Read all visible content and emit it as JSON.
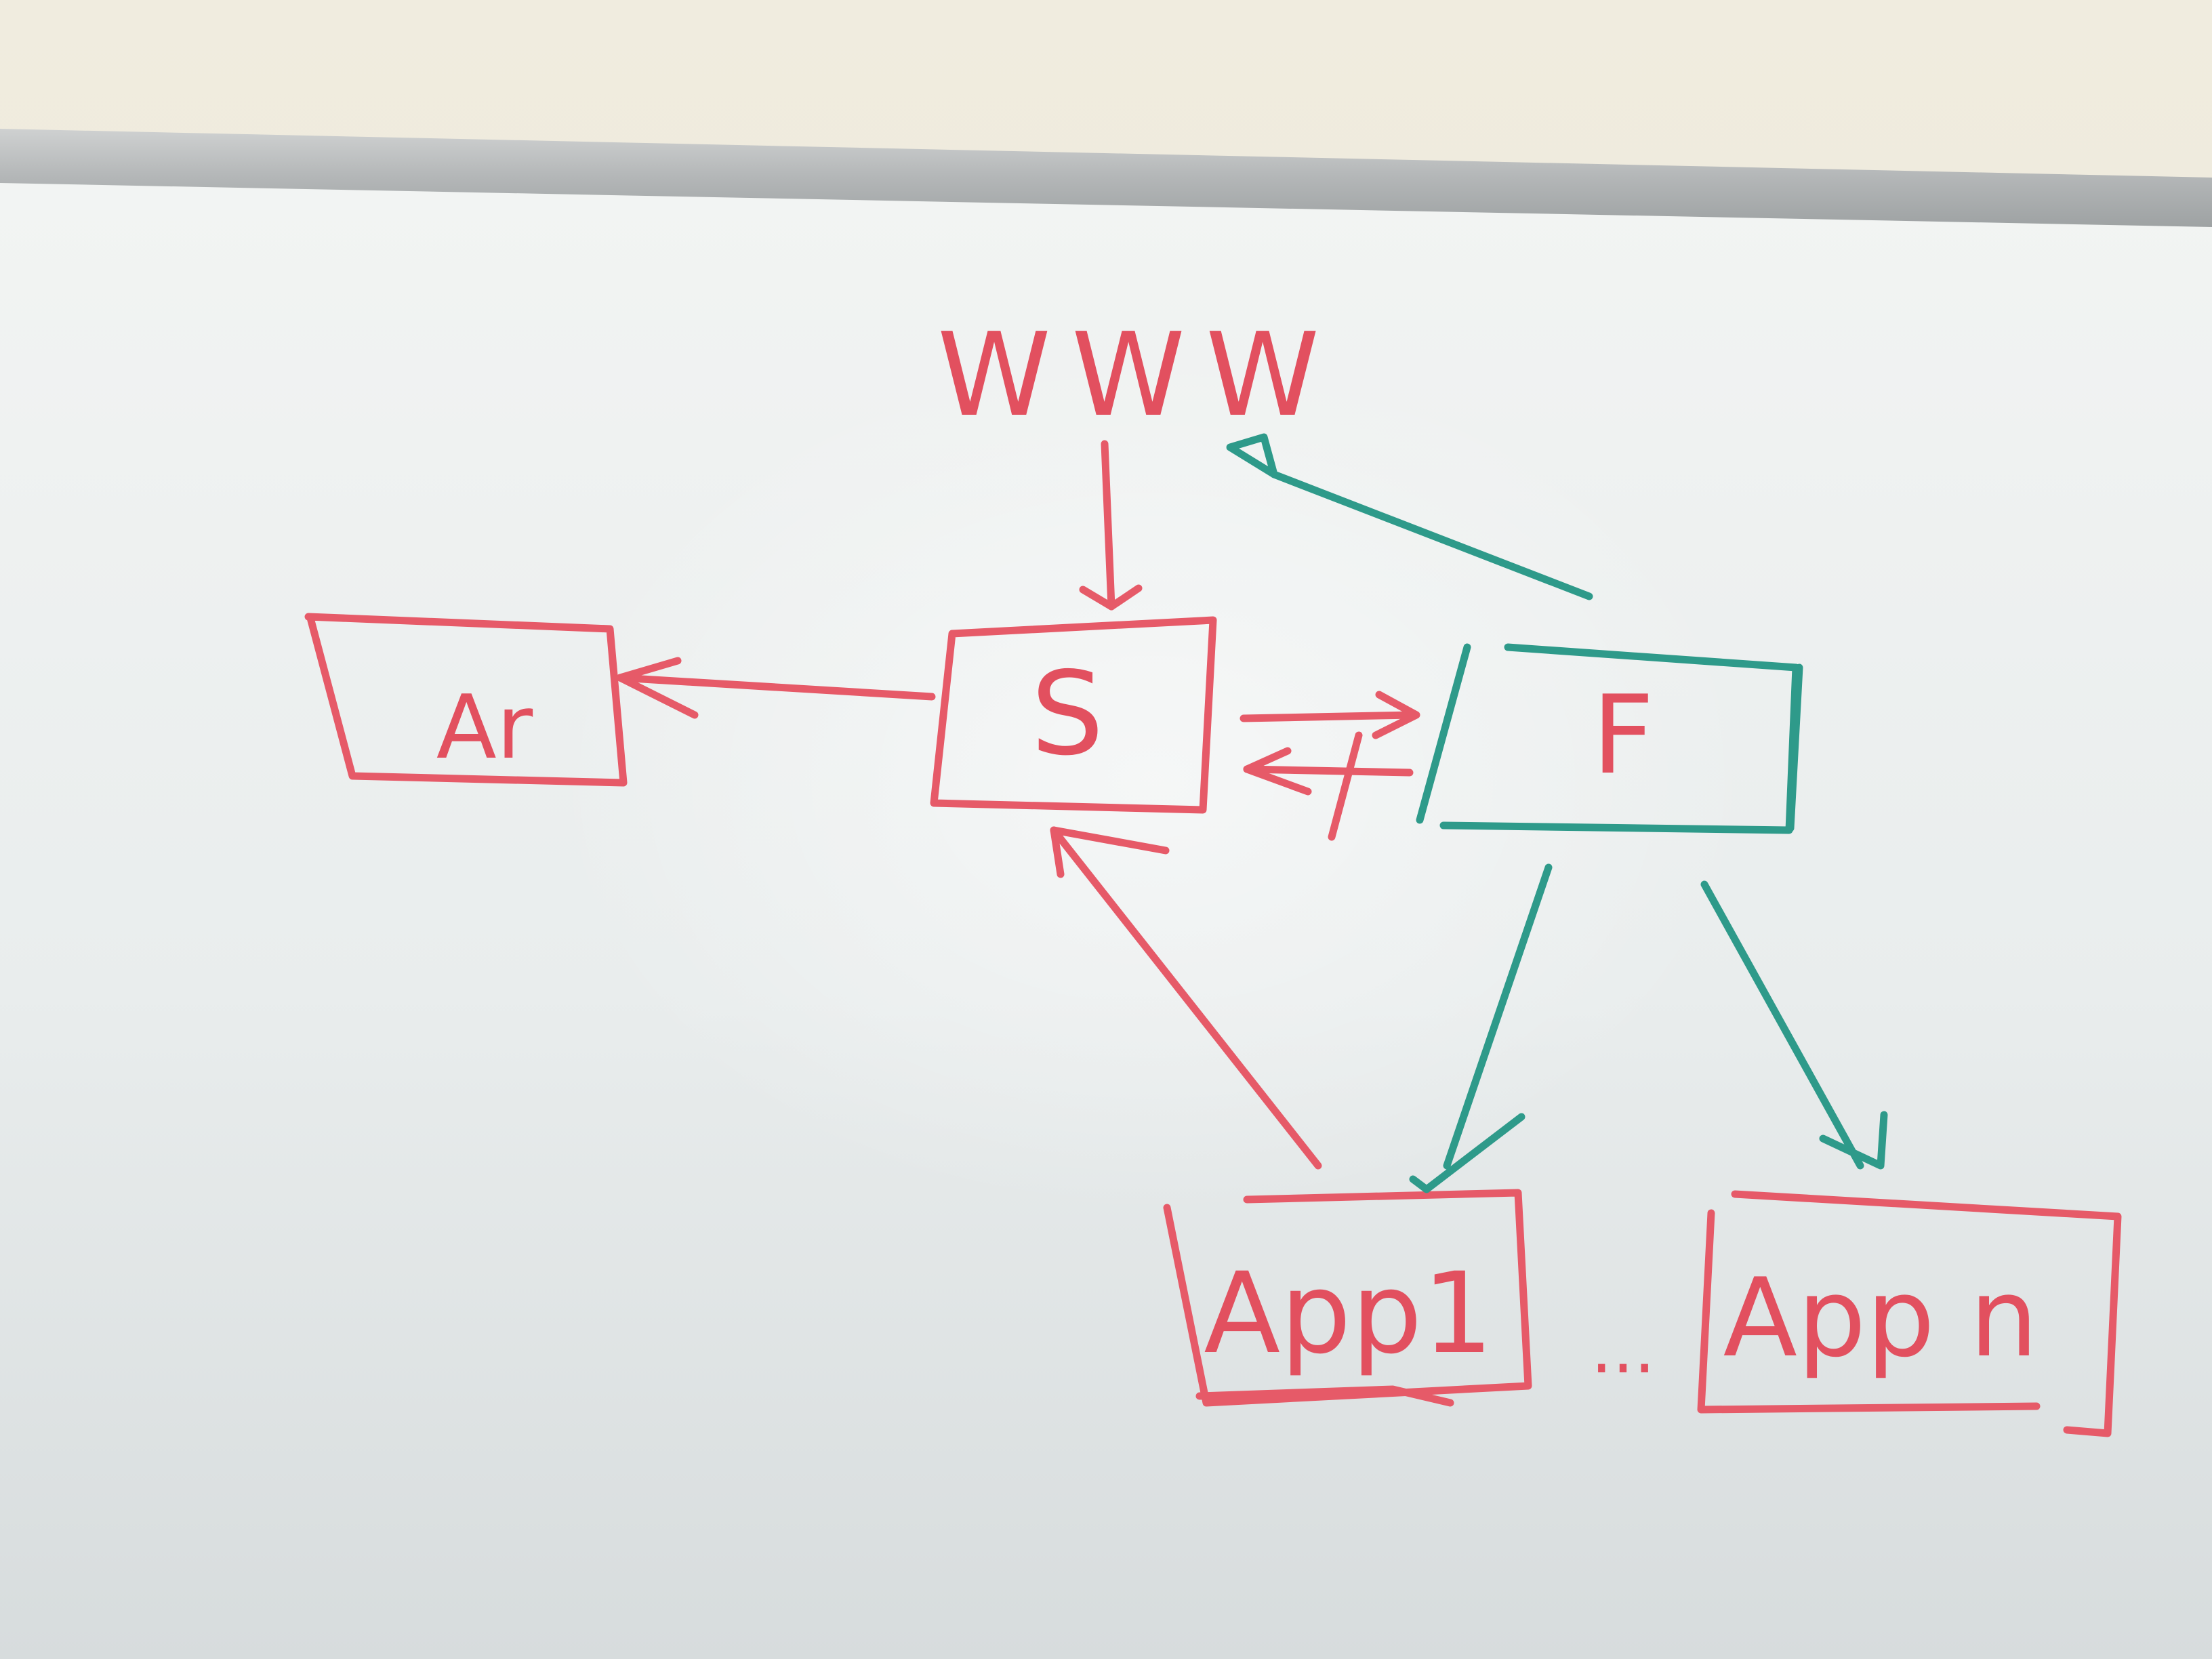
{
  "diagram": {
    "labels": {
      "www": "WWW",
      "ar": "Ar",
      "s": "S",
      "f": "F",
      "app1": "App1",
      "ellipsis": "...",
      "appn": "App n"
    }
  },
  "colors": {
    "red_marker": "#e65a68",
    "teal_marker": "#2e9a8a",
    "whiteboard": "#eef1f1",
    "frame": "#b7babb"
  }
}
